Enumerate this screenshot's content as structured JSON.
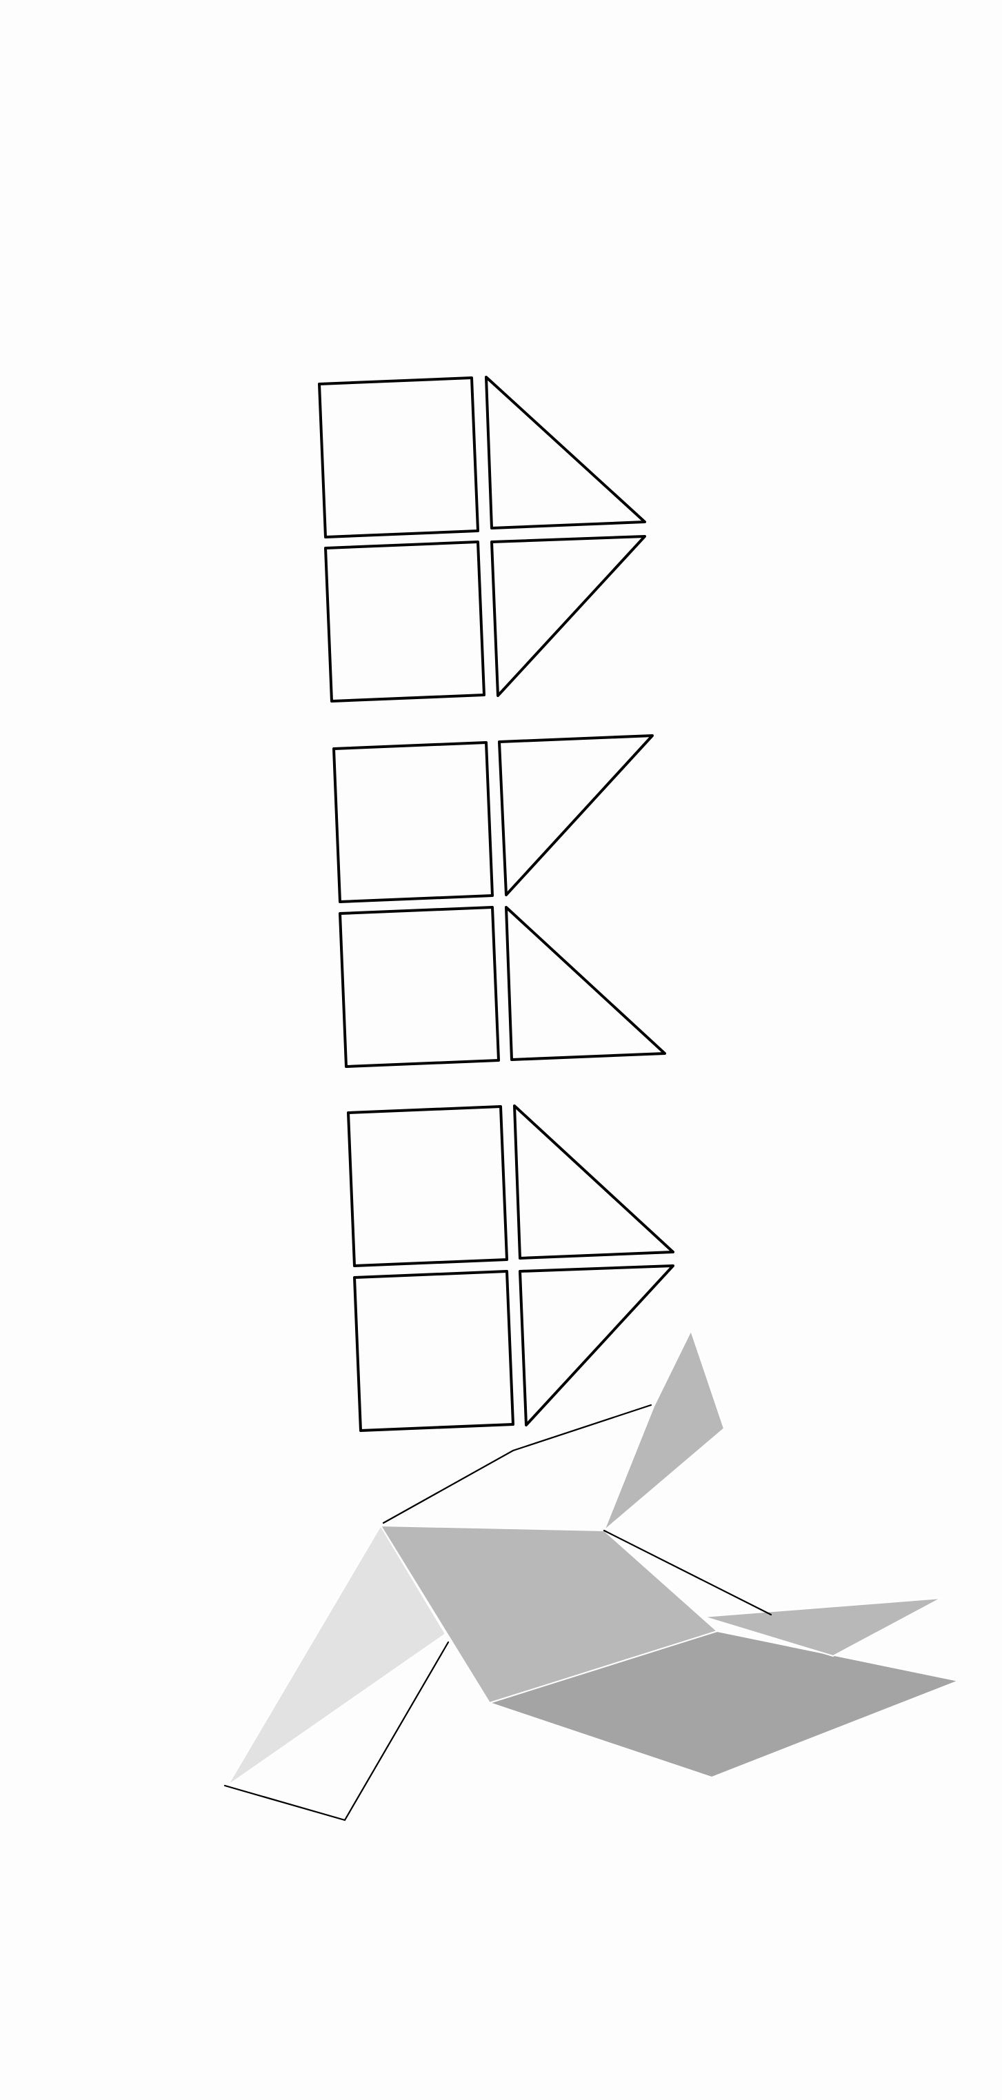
{
  "figure": {
    "panel_rows": 3,
    "panels_per_row": 2,
    "panel_shapes": [
      "square",
      "right-triangle"
    ],
    "colors": {
      "background": "#fdfdfd",
      "outline": "#000000",
      "face_light": "#e2e2e2",
      "face_mid": "#b8b8b8",
      "face_dark": "#a4a4a4"
    }
  }
}
